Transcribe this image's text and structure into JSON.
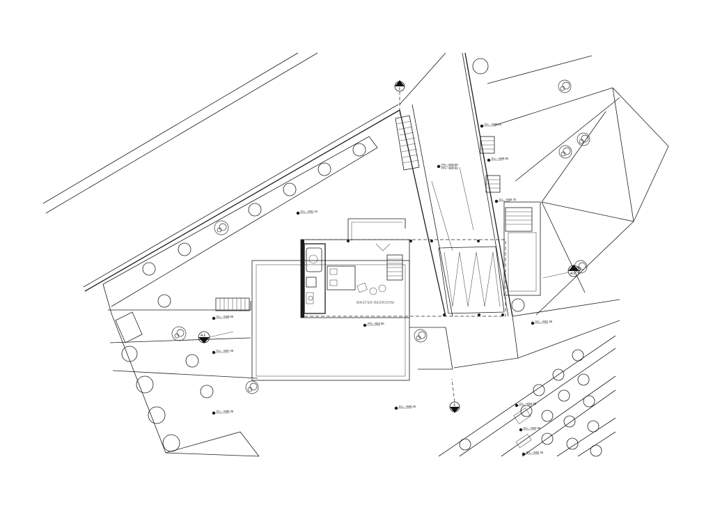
{
  "room_labels": [
    {
      "id": "master-bedroom",
      "text": "MASTER BEDROOM"
    }
  ],
  "level_markers": [
    {
      "id": "lvl-1",
      "text": "D.L. +690.15"
    },
    {
      "id": "lvl-2",
      "text": "FFL +685.85"
    },
    {
      "id": "lvl-3",
      "text": "FFL +680.55"
    },
    {
      "id": "lvl-4",
      "text": "D.L. +688.55"
    },
    {
      "id": "lvl-5",
      "text": "D.L. +686.75"
    },
    {
      "id": "lvl-6",
      "text": "D.L. +681.15"
    },
    {
      "id": "lvl-7",
      "text": "FFL +682.85"
    },
    {
      "id": "lvl-8",
      "text": "D.L. +681.35"
    },
    {
      "id": "lvl-9",
      "text": "D.L. +686.55"
    },
    {
      "id": "lvl-10",
      "text": "D.L. +687.45"
    },
    {
      "id": "lvl-11",
      "text": "D.L. +686.35"
    },
    {
      "id": "lvl-12",
      "text": "D.L. +686.25"
    },
    {
      "id": "lvl-13",
      "text": "D.L. +684.85"
    },
    {
      "id": "lvl-14",
      "text": "D.L. +682.55"
    },
    {
      "id": "lvl-15",
      "text": "D.L. +682.35"
    }
  ],
  "section_markers": [
    {
      "id": "sec-top",
      "text": "1"
    },
    {
      "id": "sec-left",
      "text": "A.1"
    },
    {
      "id": "sec-right",
      "text": "A.1"
    },
    {
      "id": "sec-bottom",
      "text": "1"
    }
  ]
}
